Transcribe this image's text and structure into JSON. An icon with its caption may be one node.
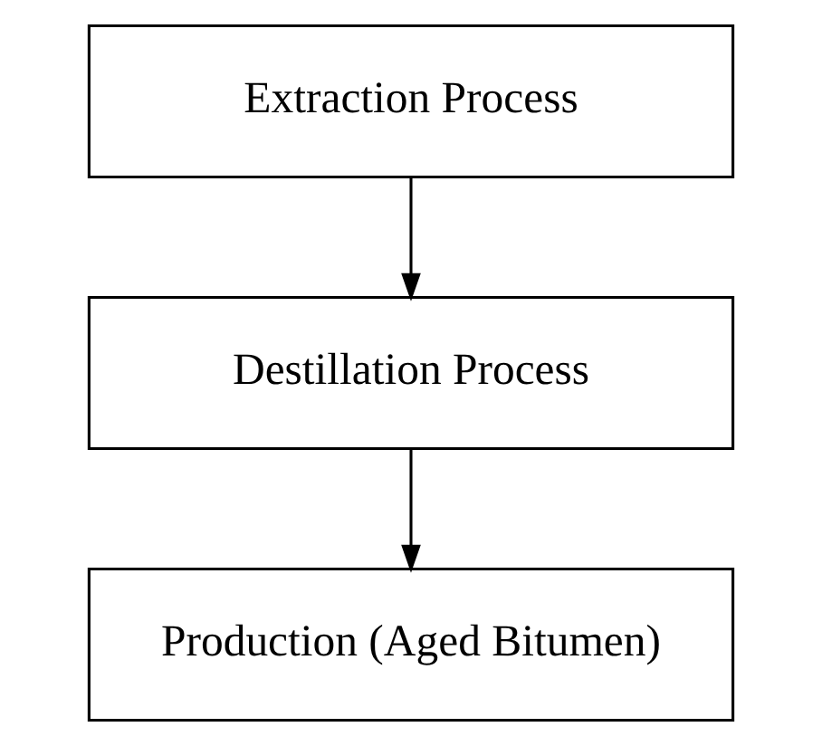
{
  "diagram": {
    "nodes": [
      {
        "text": [
          "Extraction Process"
        ]
      },
      {
        "text": [
          "Destillation Process"
        ]
      },
      {
        "text": [
          "Production (Aged Bitumen)"
        ]
      }
    ],
    "edges": [
      {
        "from": 0,
        "to": 1,
        "arrow": "to"
      },
      {
        "from": 1,
        "to": 2,
        "arrow": "to"
      }
    ]
  }
}
